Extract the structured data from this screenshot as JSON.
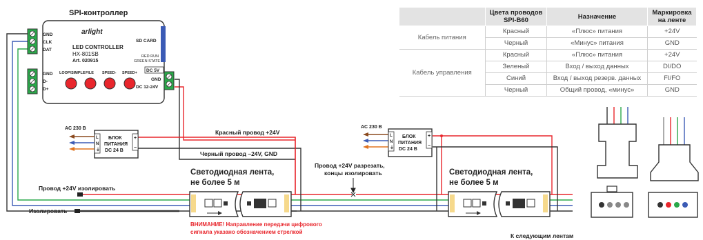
{
  "controller": {
    "title": "SPI-контроллер",
    "brand": "arlight",
    "device_name": "LED CONTROLLER",
    "model": "HX-801SB",
    "art": "Art. 020915",
    "sd_card": "SD CARD",
    "red_run": "RED RUN",
    "green_state": "GREEN STATE",
    "pins_top": [
      "GND",
      "CLK",
      "DAT"
    ],
    "pins_bottom": [
      "GND",
      "D-",
      "D+"
    ],
    "buttons": [
      "LOOP/SIMPLE",
      "FILE",
      "SPEED-",
      "SPEED+"
    ],
    "power_pins": [
      "DC 5V",
      "GND",
      "DC 12-24V"
    ]
  },
  "psu": {
    "label_line1": "БЛОК",
    "label_line2": "ПИТАНИЯ",
    "label_line3": "DC 24 В",
    "ac_label": "AC 230 В",
    "terminals": [
      "L",
      "N",
      "⏚"
    ],
    "out_plus": "+",
    "out_minus": "−"
  },
  "labels": {
    "red_wire": "Красный провод +24V",
    "black_wire": "Черный провод –24V, GND",
    "strip1": "Светодиодная лента,",
    "strip1b": "не более 5 м",
    "strip2": "Светодиодная лента,",
    "strip2b": "не более 5 м",
    "cut_note1": "Провод +24V разрезать,",
    "cut_note2": "концы изолировать",
    "isolate_24v": "Провод +24V изолировать",
    "isolate": "Изолировать",
    "warning1": "ВНИМАНИЕ! Направление передачи цифрового",
    "warning2": "сигнала указано обозначением стрелкой",
    "next_strips": "К следующим лентам"
  },
  "table": {
    "headers": [
      "",
      "Цвета проводов SPI-B60",
      "Назначение",
      "Маркировка на ленте"
    ],
    "groups": [
      {
        "name": "Кабель питания",
        "rows": [
          [
            "Красный",
            "«Плюс» питания",
            "+24V"
          ],
          [
            "Черный",
            "«Минус» питания",
            "GND"
          ]
        ]
      },
      {
        "name": "Кабель управления",
        "rows": [
          [
            "Красный",
            "«Плюс» питания",
            "+24V"
          ],
          [
            "Зеленый",
            "Вход / выход данных",
            "DI/DO"
          ],
          [
            "Синий",
            "Вход / выход резерв. данных",
            "FI/FO"
          ],
          [
            "Черный",
            "Общий провод, «минус»",
            "GND"
          ]
        ]
      }
    ]
  },
  "colors": {
    "red": "#e8262c",
    "green": "#2aa84a",
    "blue": "#3b5bb5",
    "black": "#333333",
    "brown": "#8b4a1f",
    "orange": "#e0731f"
  }
}
